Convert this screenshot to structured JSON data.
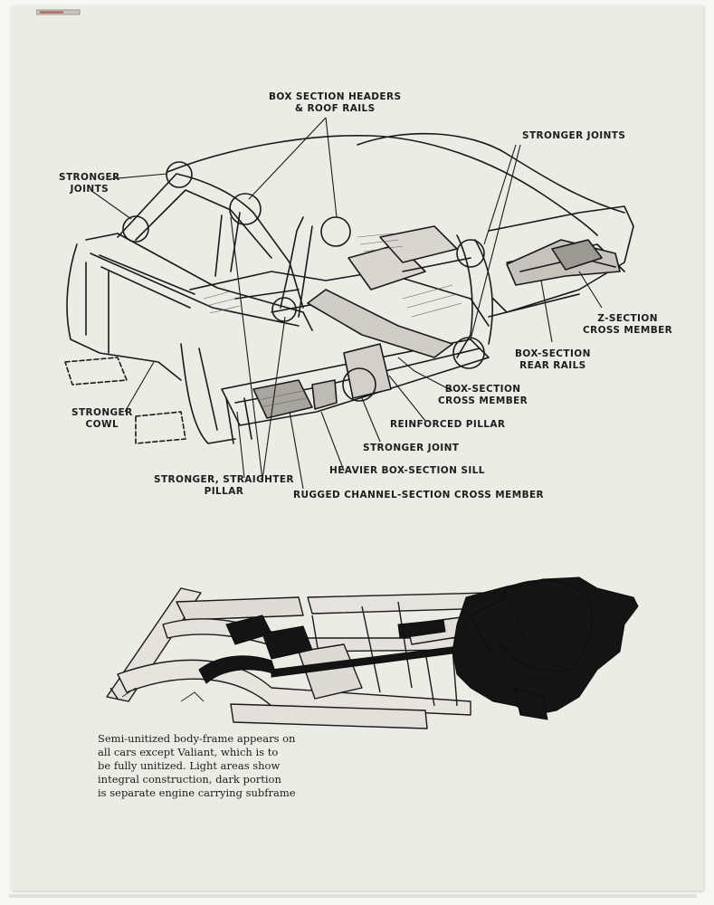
{
  "callouts": {
    "box_section_headers": [
      "BOX SECTION HEADERS",
      "& ROOF RAILS"
    ],
    "stronger_joints_right": [
      "STRONGER JOINTS"
    ],
    "stronger_joints_left": [
      "STRONGER",
      "JOINTS"
    ],
    "z_section": [
      "Z-SECTION",
      "CROSS MEMBER"
    ],
    "box_section_rear_rails": [
      "BOX-SECTION",
      "REAR RAILS"
    ],
    "stronger_cowl": [
      "STRONGER",
      "COWL"
    ],
    "box_section_cross_member": [
      "BOX-SECTION",
      "CROSS MEMBER"
    ],
    "reinforced_pillar": [
      "REINFORCED PILLAR"
    ],
    "stronger_joint": [
      "STRONGER JOINT"
    ],
    "heavier_sill": [
      "HEAVIER BOX-SECTION SILL"
    ],
    "stronger_straighter_pillar": [
      "STRONGER, STRAIGHTER",
      "PILLAR"
    ],
    "rugged_channel": [
      "RUGGED CHANNEL-SECTION CROSS MEMBER"
    ]
  },
  "caption": [
    "Semi-unitized body-frame appears on",
    "all cars except Valiant, which is to",
    "be fully unitized. Light areas show",
    "integral construction, dark portion",
    "is separate engine carrying subframe"
  ]
}
